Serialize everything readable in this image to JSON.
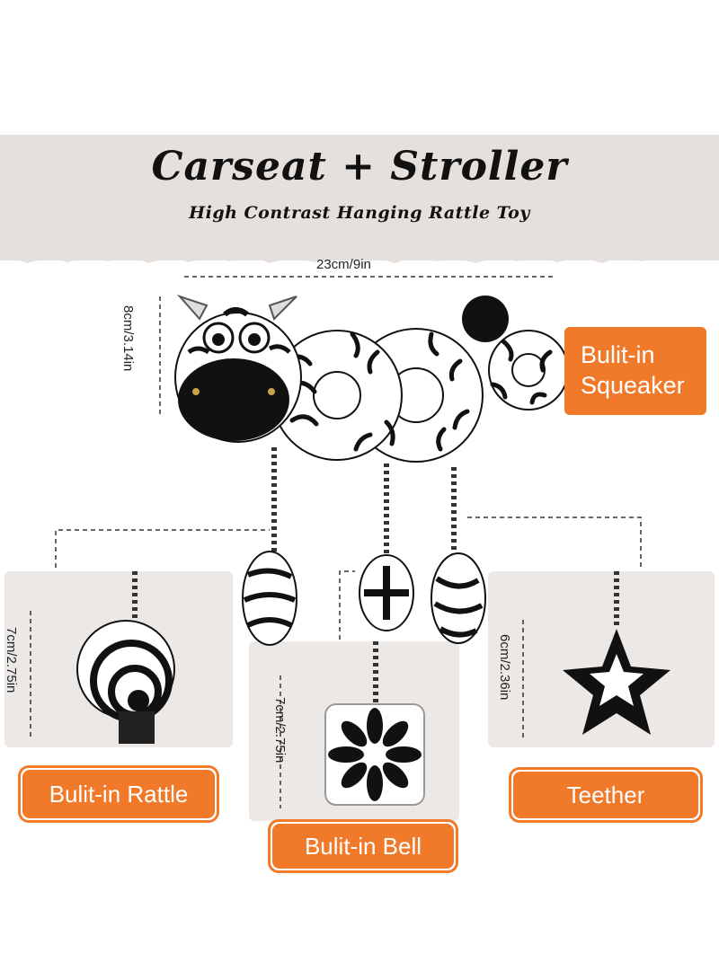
{
  "header": {
    "title": "Carseat + Stroller",
    "subtitle": "High Contrast Hanging Rattle Toy"
  },
  "dimensions": {
    "width": "23cm/9in",
    "height": "8cm/3.14in",
    "rattle": "7cm/2.75in",
    "bell": "7cm/2.75in",
    "teether": "6cm/2.36in"
  },
  "features": {
    "squeaker": "Bulit-in Squeaker",
    "rattle": "Bulit-in Rattle",
    "bell": "Bulit-in Bell",
    "teether": "Teether"
  },
  "colors": {
    "accent": "#f07a2a",
    "banner": "#e6e0dc",
    "card": "#ece8e6"
  }
}
